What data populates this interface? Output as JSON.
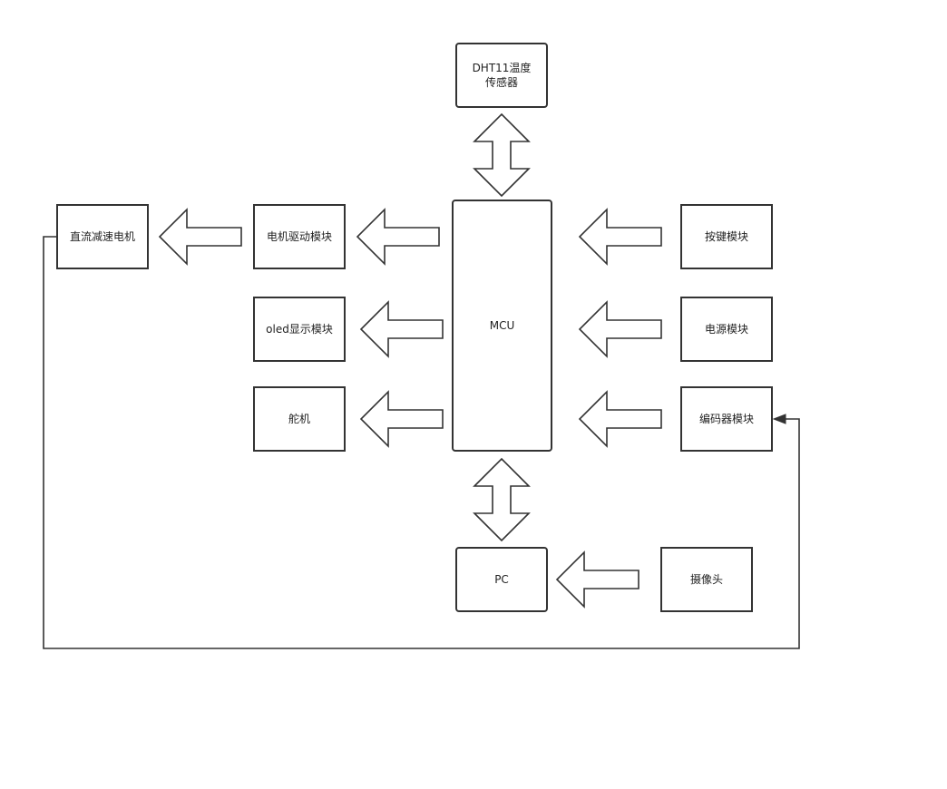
{
  "diagram": {
    "nodes": {
      "dht11": "DHT11温度\n传感器",
      "mcu": "MCU",
      "motor": "直流减速电机",
      "motor_driver": "电机驱动模块",
      "oled": "oled显示模块",
      "servo": "舵机",
      "keys": "按键模块",
      "power": "电源模块",
      "encoder": "编码器模块",
      "pc": "PC",
      "camera": "摄像头"
    },
    "connections": [
      {
        "from": "dht11",
        "to": "mcu",
        "style": "double-block-arrow"
      },
      {
        "from": "mcu",
        "to": "motor_driver",
        "style": "block-arrow"
      },
      {
        "from": "motor_driver",
        "to": "motor",
        "style": "block-arrow"
      },
      {
        "from": "mcu",
        "to": "oled",
        "style": "block-arrow"
      },
      {
        "from": "mcu",
        "to": "servo",
        "style": "block-arrow"
      },
      {
        "from": "keys",
        "to": "mcu",
        "style": "block-arrow"
      },
      {
        "from": "power",
        "to": "mcu",
        "style": "block-arrow"
      },
      {
        "from": "encoder",
        "to": "mcu",
        "style": "block-arrow"
      },
      {
        "from": "mcu",
        "to": "pc",
        "style": "double-block-arrow"
      },
      {
        "from": "camera",
        "to": "pc",
        "style": "block-arrow"
      },
      {
        "from": "motor",
        "to": "encoder",
        "style": "line-arrow"
      }
    ],
    "colors": {
      "stroke": "#333333",
      "fill": "#ffffff",
      "text": "#222222"
    }
  }
}
